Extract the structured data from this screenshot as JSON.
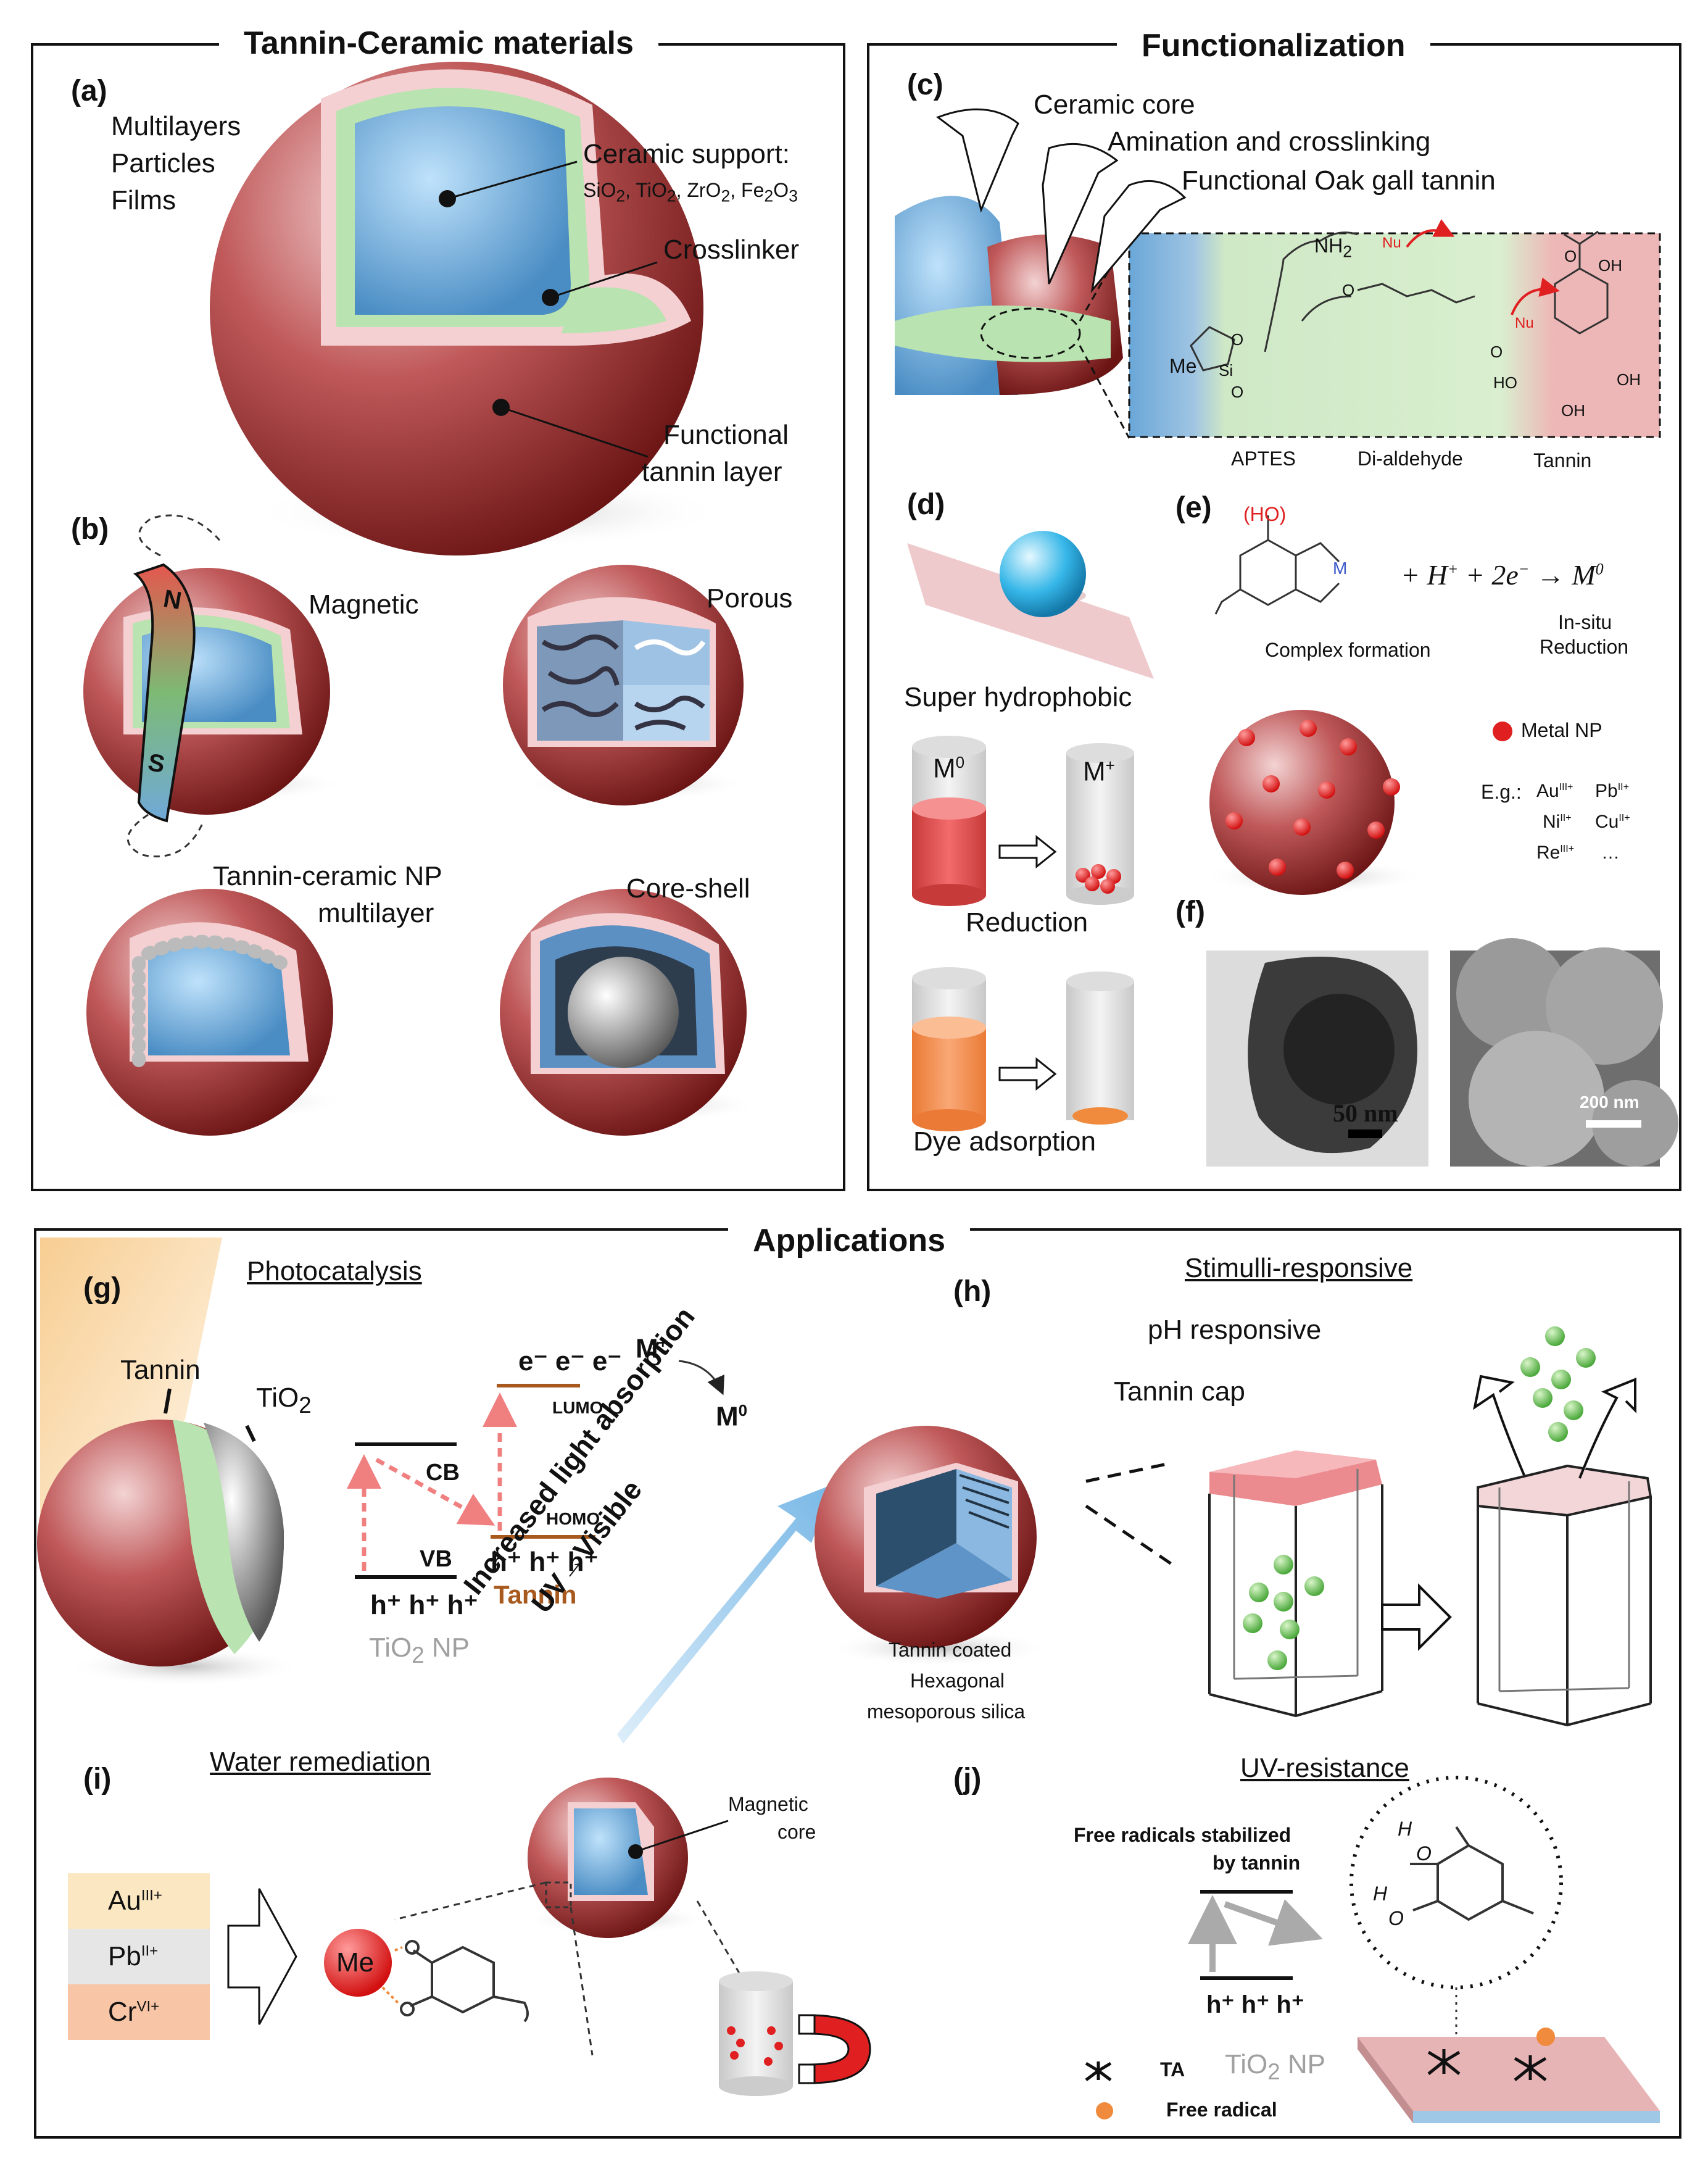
{
  "panels": {
    "top_left_title": "Tannin-Ceramic materials",
    "top_right_title": "Functionalization",
    "bottom_title": "Applications"
  },
  "a": {
    "label": "(a)",
    "forms": [
      "Multilayers",
      "Particles",
      "Films"
    ],
    "ceramic_support": "Ceramic support:",
    "ceramic_formula_parts": [
      "SiO",
      "2",
      ", TiO",
      "2",
      ", ZrO",
      "2",
      ", Fe",
      "2",
      "O",
      "3"
    ],
    "crosslinker": "Crosslinker",
    "functional": "Functional",
    "tannin_layer": "tannin layer"
  },
  "b": {
    "label": "(b)",
    "magnetic": "Magnetic",
    "porous": "Porous",
    "nm_line1": "Tannin-ceramic NP",
    "nm_line2": "multilayer",
    "core_shell": "Core-shell",
    "magnet_n": "N",
    "magnet_s": "S"
  },
  "c": {
    "label": "(c)",
    "ceramic_core": "Ceramic core",
    "amination": "Amination and crosslinking",
    "oak": "Functional Oak gall tannin",
    "aptes": "APTES",
    "dialdehyde": "Di-aldehyde",
    "tannin": "Tannin",
    "nh2": "NH",
    "nh2_sub": "2",
    "nu": "Nu",
    "me": "Me",
    "si": "Si",
    "o": "O",
    "oh": "OH",
    "ho": "HO"
  },
  "d": {
    "label": "(d)",
    "super": "Super hydrophobic",
    "m0": "M",
    "m0_sup": "0",
    "mplus": "M",
    "mplus_sup": "+",
    "reduction": "Reduction",
    "dye": "Dye adsorption"
  },
  "e": {
    "label": "(e)",
    "ho": "(HO)",
    "m": "M",
    "equation": "+ H",
    "eq_sup1": "+",
    "eq_mid": " + 2e",
    "eq_sup2": "−",
    "eq_arrow": " → M",
    "eq_sup3": "0",
    "complex": "Complex  formation",
    "insitu1": "In-situ",
    "insitu2": "Reduction",
    "metal_np": "Metal NP",
    "eg": "E.g.:",
    "ions": [
      {
        "base": "Au",
        "sup": "III+"
      },
      {
        "base": "Pb",
        "sup": "II+"
      },
      {
        "base": "Ni",
        "sup": "II+"
      },
      {
        "base": "Cu",
        "sup": "II+"
      },
      {
        "base": "Re",
        "sup": "III+"
      },
      {
        "base": "…",
        "sup": ""
      }
    ]
  },
  "f": {
    "label": "(f)",
    "scale1": "50 nm",
    "scale2": "200  nm"
  },
  "g": {
    "label": "(g)",
    "heading": "Photocatalysis",
    "tannin": "Tannin",
    "tio2": "TiO",
    "tio2_sub": "2",
    "cb": "CB",
    "vb": "VB",
    "lumo": "LUMO",
    "homo": "HOMO",
    "electrons": "e⁻ e⁻ e⁻",
    "holes_tio2": "h⁺ h⁺ h⁺",
    "holes_tannin": "h⁺ h⁺ h⁺",
    "tannin_level": "Tannin",
    "tio2np": "TiO",
    "tio2np_sub": "2",
    "tio2np_tail": " NP",
    "m_plus": "M",
    "m_plus_sup": "+",
    "m_zero": "M",
    "m_zero_sup": "0",
    "arrow1": "Increased light absorption",
    "arrow2": "UV→Visible"
  },
  "h": {
    "label": "(h)",
    "heading": "Stimulli-responsive",
    "ph": "pH responsive",
    "cap": "Tannin cap",
    "caption1": "Tannin  coated",
    "caption2": "Hexagonal",
    "caption3": "mesoporous   silica"
  },
  "i": {
    "label": "(i)",
    "heading": "Water remediation",
    "magnetic1": "Magnetic",
    "magnetic2": "core",
    "me": "Me",
    "ions": [
      {
        "base": "Au",
        "sup": "III+",
        "color": "#fbe8c2"
      },
      {
        "base": "Pb",
        "sup": "II+",
        "color": "#e6e6e6"
      },
      {
        "base": "Cr",
        "sup": "VI+",
        "color": "#f8c6a6"
      }
    ]
  },
  "j": {
    "label": "(j)",
    "heading": "UV-resistance",
    "fr1": "Free radicals  stabilized",
    "fr2": "by tannin",
    "holes": "h⁺ h⁺ h⁺",
    "ta": "TA",
    "tio2": "TiO",
    "tio2_sub": "2",
    "tio2_tail": " NP",
    "free_radical": "Free radical",
    "h": "H",
    "o": "O"
  },
  "colors": {
    "tannin_red": "#a6393a",
    "ceramic_blue": "#6fa8dc",
    "crosslinker_green": "#9fd49a",
    "pink": "#e7b4b6",
    "orange": "#f08a3c",
    "tannin_brown": "#a85a1e",
    "grey_text": "#a0a0a0"
  }
}
